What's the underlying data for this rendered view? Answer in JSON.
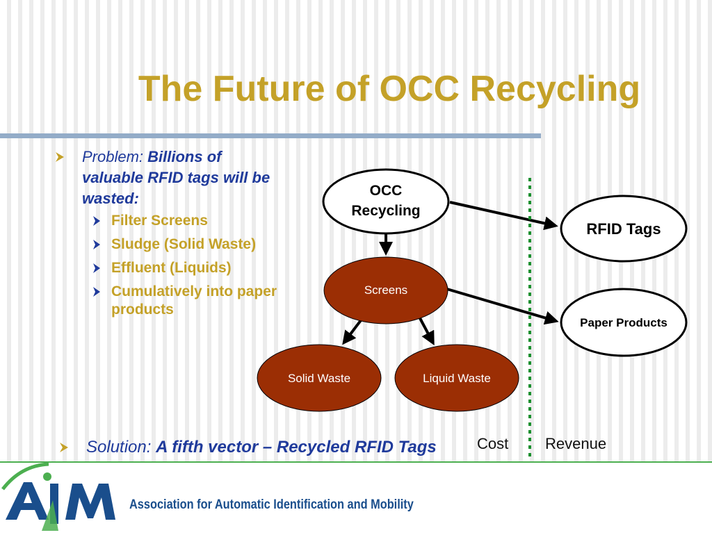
{
  "slide": {
    "title": "The Future of OCC Recycling"
  },
  "bullets": {
    "problem_label": "Problem: ",
    "problem_text": "Billions of valuable RFID tags will be wasted:",
    "sub_items": [
      "Filter Screens",
      "Sludge (Solid Waste)",
      "Effluent (Liquids)",
      "Cumulatively into paper products"
    ],
    "solution_label": "Solution: ",
    "solution_text": "A fifth vector – Recycled RFID Tags"
  },
  "diagram": {
    "nodes": {
      "occ_recycling": "OCC Recycling",
      "occ_line1": "OCC",
      "occ_line2": "Recycling",
      "screens": "Screens",
      "solid_waste": "Solid Waste",
      "liquid_waste": "Liquid Waste",
      "rfid_tags": "RFID Tags",
      "paper_products": "Paper Products"
    },
    "divider_labels": {
      "left": "Cost",
      "right": "Revenue"
    }
  },
  "footer": {
    "logo_text": "AIM",
    "organization": "Association for Automatic Identification and Mobility"
  },
  "colors": {
    "title": "#c4a128",
    "body_text": "#1f3a9b",
    "node_fill_waste": "#9b2e04",
    "divider": "#1a8f2e",
    "logo_blue": "#1a4e8c",
    "footer_rule": "#4caf50"
  }
}
